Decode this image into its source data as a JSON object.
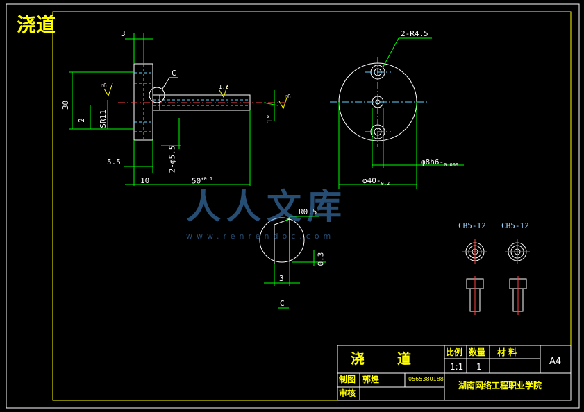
{
  "header": {
    "title": "浇道"
  },
  "dimensions": {
    "d3_top": "3",
    "c_label": "C",
    "r6": "r6",
    "r1_6": "1.6",
    "r6b": "r6",
    "dim30": "30",
    "dim2": "2",
    "sr11": "SR11",
    "deg1": "1°",
    "d5_5": "5.5",
    "d2_phi5_5": "2-φ5.5",
    "d10": "10",
    "d50": "50",
    "d50_tol": "+0.1",
    "r4_5": "2-R4.5",
    "phi8": "φ8h6-",
    "phi8_tol": "0.009",
    "phi40": "φ40-",
    "phi40_tol": "0.2",
    "r0_5": "R0.5",
    "d0_3": "0.3",
    "d3_bottom": "3",
    "c_bottom": "C"
  },
  "bolts": {
    "left_label": "CB5-12",
    "right_label": "CB5-12"
  },
  "watermark": {
    "text": "人人文库",
    "url": "www.renrendoc.com"
  },
  "title_block": {
    "part_name": "浇 道",
    "scale_header": "比例",
    "qty_header": "数量",
    "material_header": "材  料",
    "scale_value": "1:1",
    "qty_value": "1",
    "sheet_size": "A4",
    "drawn_label": "制图",
    "drawn_by": "郭煌",
    "drawing_no": "0565380188",
    "school": "湖南网络工程职业学院",
    "review_label": "审核"
  }
}
